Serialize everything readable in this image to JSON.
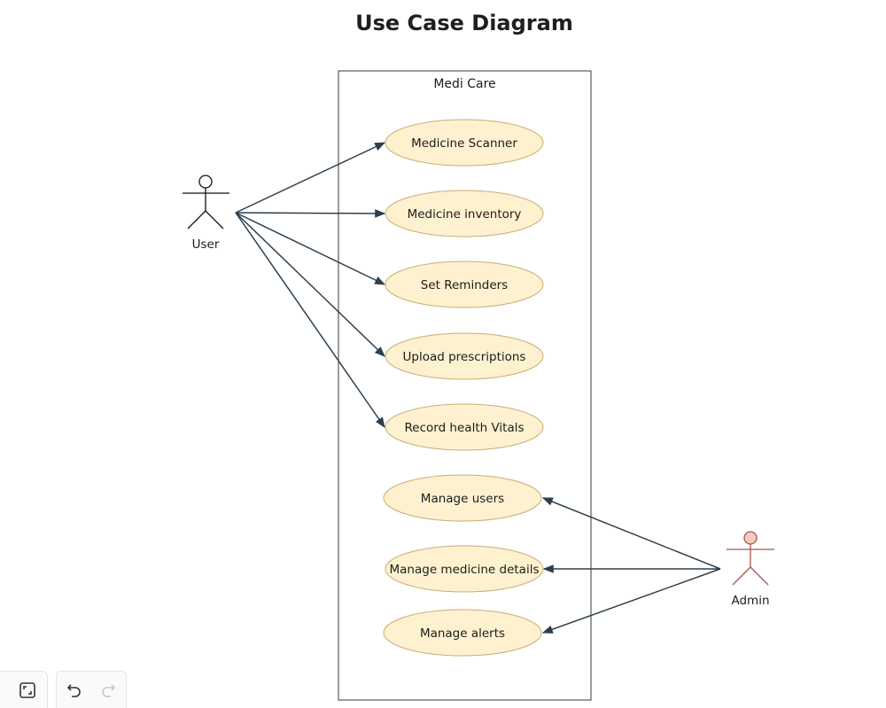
{
  "title": "Use Case Diagram",
  "system": {
    "name": "Medi Care"
  },
  "actors": {
    "user": {
      "label": "User"
    },
    "admin": {
      "label": "Admin"
    }
  },
  "use_cases": [
    {
      "label": "Medicine Scanner"
    },
    {
      "label": "Medicine inventory"
    },
    {
      "label": "Set Reminders"
    },
    {
      "label": "Upload prescriptions"
    },
    {
      "label": "Record health Vitals"
    },
    {
      "label": "Manage users"
    },
    {
      "label": "Manage medicine details"
    },
    {
      "label": "Manage alerts"
    }
  ],
  "colors": {
    "use_case_fill": "#fdf1cf",
    "use_case_stroke": "#c9ae74",
    "arrow": "#2b3f4f",
    "admin_fill": "#f3c9c2",
    "admin_stroke": "#a4584d"
  },
  "toolbar": {
    "icons": [
      "fit-screen-icon",
      "undo-icon",
      "redo-icon"
    ]
  }
}
